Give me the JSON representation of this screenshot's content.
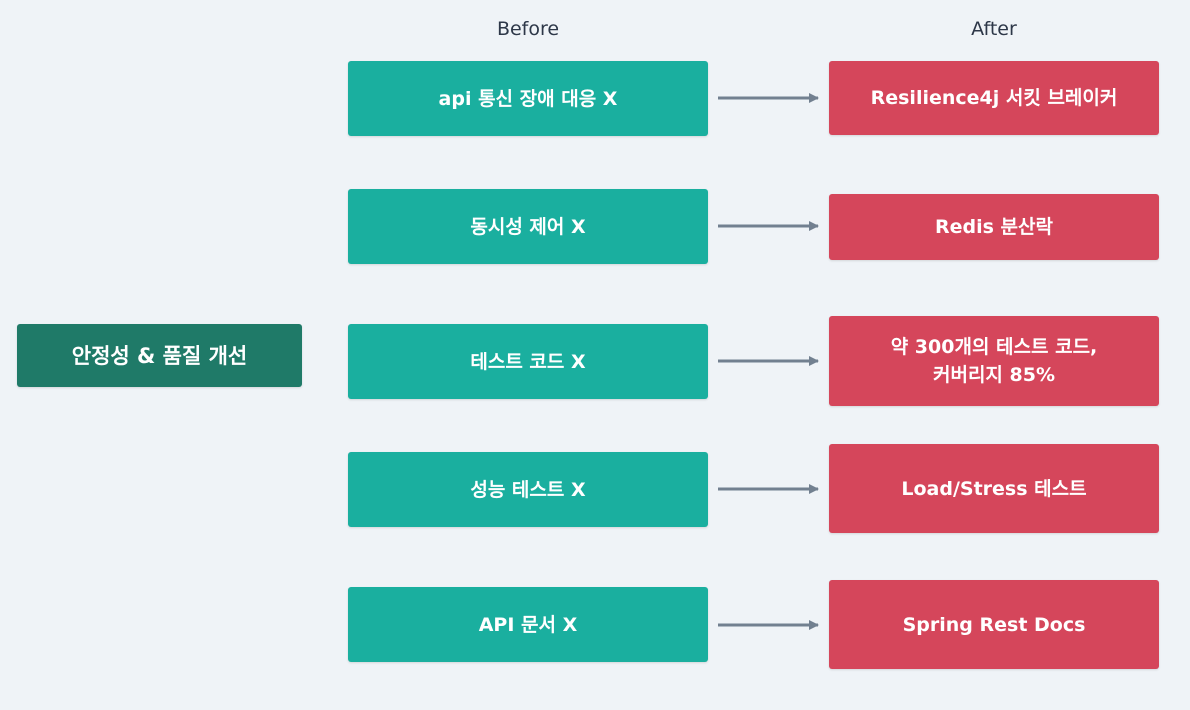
{
  "headers": {
    "before": "Before",
    "after": "After"
  },
  "main_label": "안정성 & 품질 개선",
  "rows": [
    {
      "before": "api 통신 장애 대응 X",
      "after": "Resilience4j 서킷 브레이커"
    },
    {
      "before": "동시성 제어 X",
      "after": "Redis 분산락"
    },
    {
      "before": "테스트 코드 X",
      "after": "약 300개의 테스트 코드,\n커버리지 85%"
    },
    {
      "before": "성능 테스트 X",
      "after": "Load/Stress 테스트"
    },
    {
      "before": "API 문서 X",
      "after": "Spring Rest Docs"
    }
  ],
  "colors": {
    "background": "#eff3f7",
    "main_box": "#1f7a68",
    "before_box": "#1aaf9f",
    "after_box": "#d5465b",
    "arrow": "#728090",
    "header_text": "#2d3748"
  }
}
